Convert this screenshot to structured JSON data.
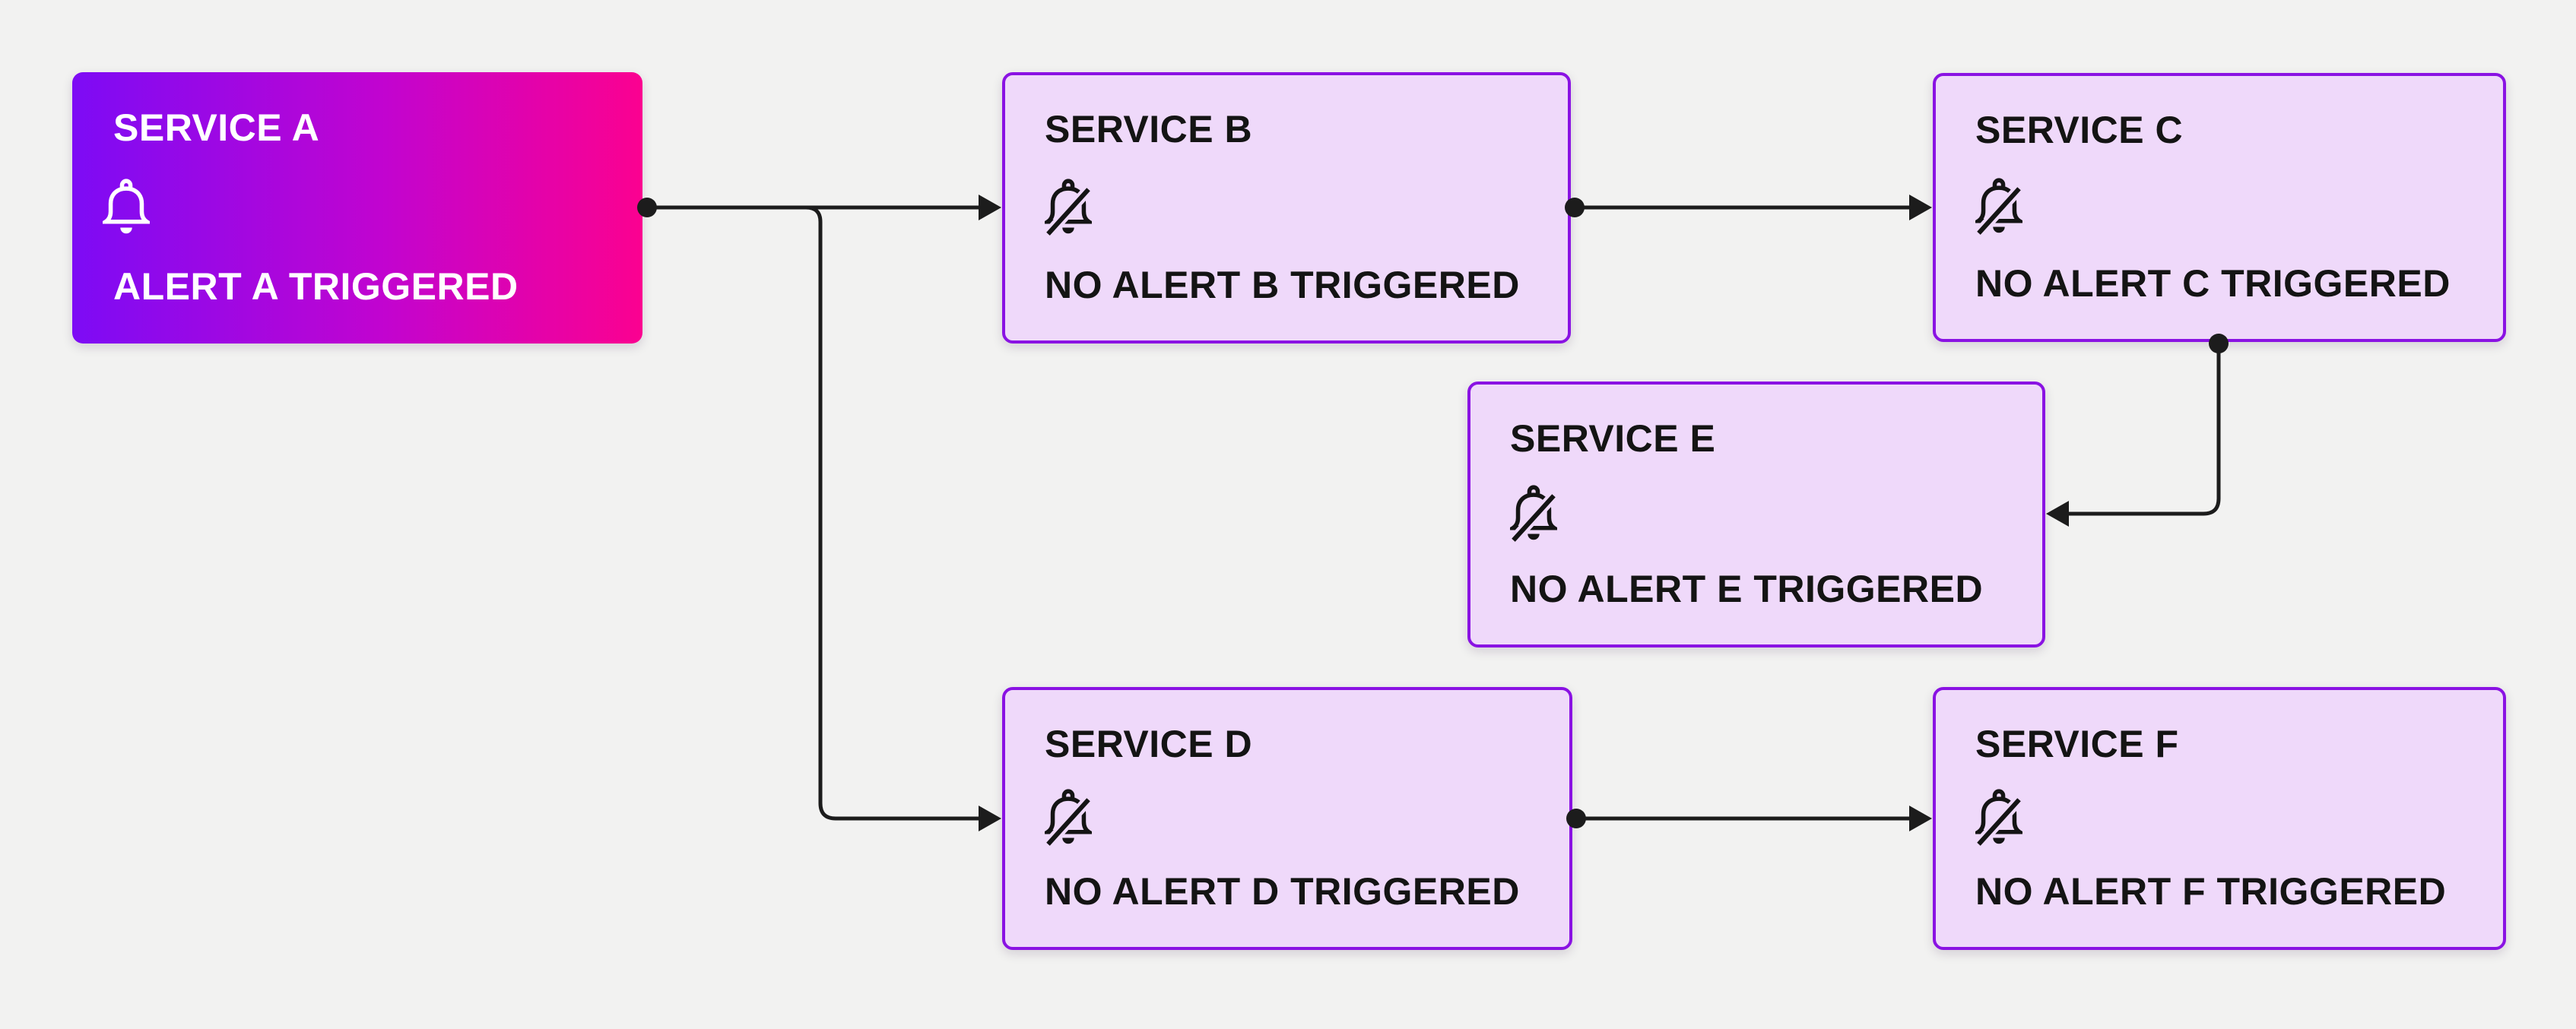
{
  "diagram": {
    "background_color": "#f2f2f1",
    "line_color": "#1c1c1c",
    "node_fill_color": "#efd9fa",
    "node_border_color": "#8a12e3",
    "alert_gradient": [
      "#7d0bf5",
      "#fb0190"
    ],
    "nodes": [
      {
        "id": "A",
        "title": "SERVICE A",
        "status": "ALERT A TRIGGERED",
        "icon": "bell",
        "alerting": true
      },
      {
        "id": "B",
        "title": "SERVICE B",
        "status": "NO ALERT B TRIGGERED",
        "icon": "bell-slash",
        "alerting": false
      },
      {
        "id": "C",
        "title": "SERVICE C",
        "status": "NO ALERT C TRIGGERED",
        "icon": "bell-slash",
        "alerting": false
      },
      {
        "id": "E",
        "title": "SERVICE E",
        "status": "NO ALERT E TRIGGERED",
        "icon": "bell-slash",
        "alerting": false
      },
      {
        "id": "D",
        "title": "SERVICE D",
        "status": "NO ALERT D TRIGGERED",
        "icon": "bell-slash",
        "alerting": false
      },
      {
        "id": "F",
        "title": "SERVICE F",
        "status": "NO ALERT F TRIGGERED",
        "icon": "bell-slash",
        "alerting": false
      }
    ],
    "edges": [
      {
        "from": "SERVICE A",
        "to": "SERVICE B"
      },
      {
        "from": "SERVICE A",
        "to": "SERVICE D"
      },
      {
        "from": "SERVICE B",
        "to": "SERVICE C"
      },
      {
        "from": "SERVICE C",
        "to": "SERVICE E"
      },
      {
        "from": "SERVICE D",
        "to": "SERVICE F"
      }
    ]
  }
}
